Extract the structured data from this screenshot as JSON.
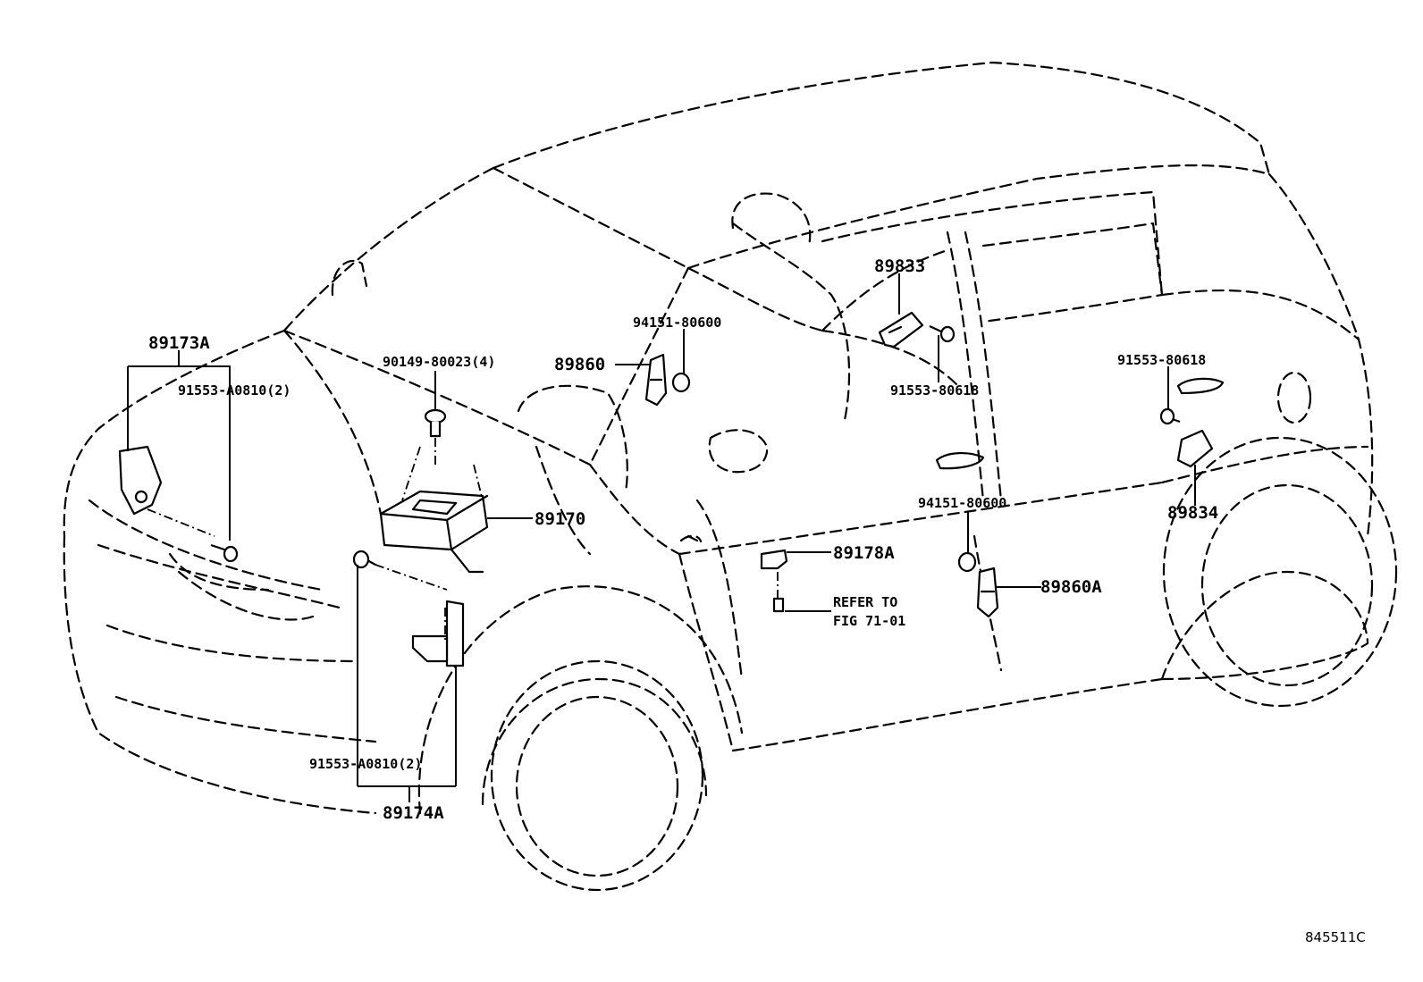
{
  "labels": {
    "p89173A": "89173A",
    "p91553_A0810_top": "91553-A0810(2)",
    "p90149": "90149-80023(4)",
    "p94151_top": "94151-80600",
    "p89860": "89860",
    "p89833": "89833",
    "p91553_80618_mid": "91553-80618",
    "p91553_80618_right": "91553-80618",
    "p89170": "89170",
    "p89834": "89834",
    "p94151_lower": "94151-80600",
    "p89178A": "89178A",
    "refer_line1": "REFER TO",
    "refer_line2": "FIG 71-01",
    "p89860A": "89860A",
    "p91553_A0810_bottom": "91553-A0810(2)",
    "p89174A": "89174A"
  },
  "figure_code": "845511C"
}
